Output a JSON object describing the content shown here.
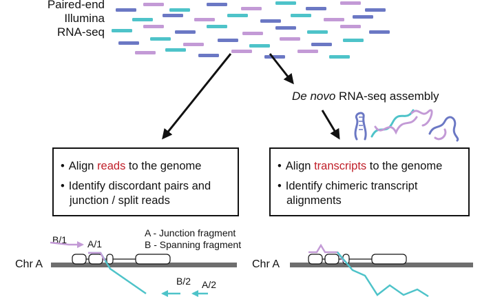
{
  "reads_label": {
    "line1": "Paired-end",
    "line2": "Illumina",
    "line3": "RNA-seq"
  },
  "assembly_label": {
    "italic": "De novo",
    "rest": " RNA-seq assembly"
  },
  "left_box": {
    "b1_pre": "Align ",
    "b1_hl": "reads",
    "b1_post": " to the genome",
    "b2_line1": "Identify discordant pairs and",
    "b2_line2": "junction / split reads"
  },
  "right_box": {
    "b1_pre": "Align ",
    "b1_hl": "transcripts",
    "b1_post": " to the genome",
    "b2_line1": "Identify chimeric transcript",
    "b2_line2": "alignments"
  },
  "bullet_char": "•",
  "left_track": {
    "chr": "Chr A",
    "b1": "B/1",
    "a1": "A/1",
    "b2": "B/2",
    "a2": "A/2",
    "legend_a": "A - Junction fragment",
    "legend_b": "B - Spanning fragment"
  },
  "right_track": {
    "chr": "Chr A"
  },
  "colors": {
    "teal": "#4ec3c9",
    "purple": "#c39ad6",
    "blue": "#6b78c4",
    "highlight": "#c0202a",
    "chromosome": "#6e6e6e"
  }
}
